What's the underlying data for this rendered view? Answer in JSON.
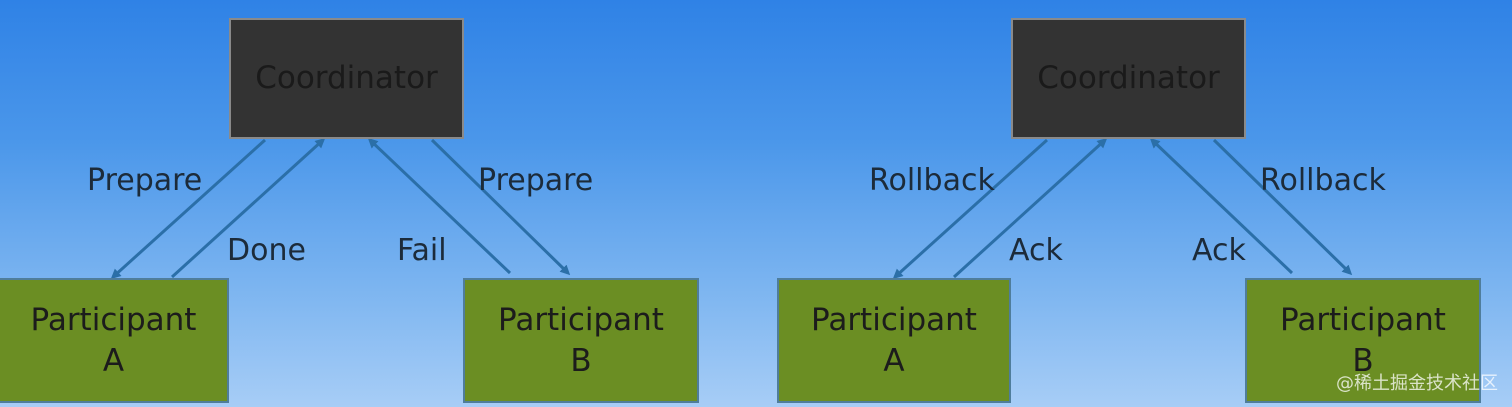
{
  "left": {
    "coordinator": "Coordinator",
    "participant_a": [
      "Participant",
      "A"
    ],
    "participant_b": [
      "Participant",
      "B"
    ],
    "labels": {
      "prepare_a": "Prepare",
      "done": "Done",
      "fail": "Fail",
      "prepare_b": "Prepare"
    }
  },
  "right": {
    "coordinator": "Coordinator",
    "participant_a": [
      "Participant",
      "A"
    ],
    "participant_b": [
      "Participant",
      "B"
    ],
    "labels": {
      "rollback_a": "Rollback",
      "ack_a": "Ack",
      "ack_b": "Ack",
      "rollback_b": "Rollback"
    }
  },
  "watermark": "@稀土掘金技术社区",
  "colors": {
    "coordinator": "#333333",
    "participant": "#6b8e23",
    "arrow": "#2b6fa8"
  }
}
